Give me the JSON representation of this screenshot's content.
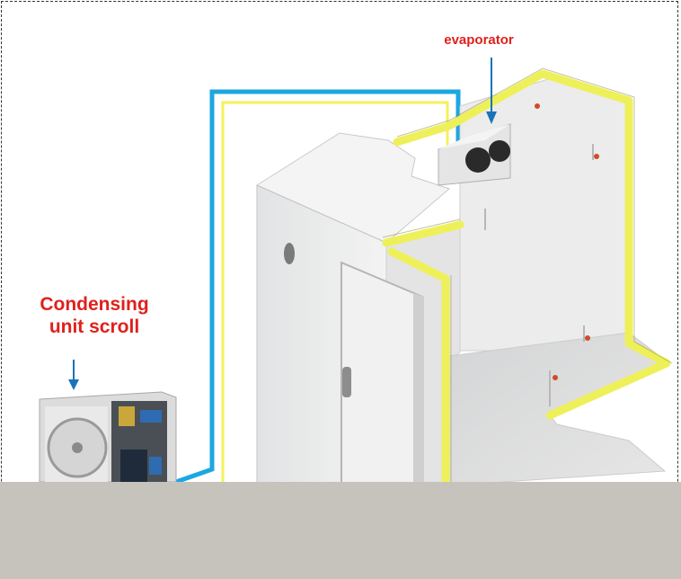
{
  "labels": {
    "evaporator": "evaporator",
    "condensing_line1": "Condensing",
    "condensing_line2": "unit scroll"
  },
  "colors": {
    "label_text": "#e0201c",
    "arrow": "#1a73b8",
    "pipe_blue": "#1ca7e0",
    "pipe_yellow": "#f4f15a",
    "insulation": "#eef05a",
    "floor_band": "#c6c3bd"
  }
}
